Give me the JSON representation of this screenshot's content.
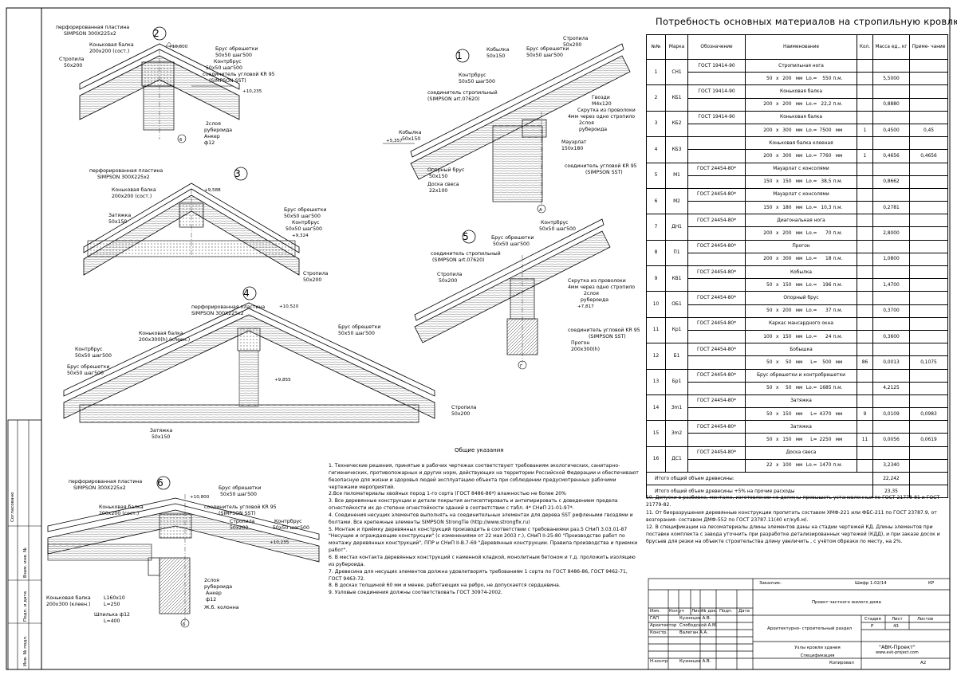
{
  "spec": {
    "title": "Потребность основных материалов на стропильную кровлю здания",
    "headers": [
      "№№",
      "Марка",
      "Обозначение",
      "Наименование",
      "Кол.",
      "Масса ед., кг",
      "Приме- чание"
    ],
    "rows": [
      {
        "n": "1",
        "mark": "СН1",
        "std": "ГОСТ 19414-90",
        "name": "Стропильная нога",
        "dims": [
          "50",
          "x",
          "200",
          "мм",
          "Lо.=",
          "550",
          "п.м."
        ],
        "qty": "",
        "mass": "5,5000",
        "note": ""
      },
      {
        "n": "2",
        "mark": "КБ1",
        "std": "ГОСТ 19414-90",
        "name": "Коньковая балка",
        "dims": [
          "200",
          "x",
          "200",
          "мм",
          "Lо.=",
          "22,2",
          "п.м."
        ],
        "qty": "",
        "mass": "0,8880",
        "note": ""
      },
      {
        "n": "3",
        "mark": "КБ2",
        "std": "ГОСТ 19414-90",
        "name": "Коньковая балка",
        "dims": [
          "200",
          "x",
          "300",
          "мм",
          "Lо.=",
          "7500",
          "мм"
        ],
        "qty": "1",
        "mass": "0,4500",
        "note": "0,45"
      },
      {
        "n": "4",
        "mark": "КБЗ",
        "std": "",
        "name": "Коньковая балка клееная",
        "dims": [
          "200",
          "x",
          "300",
          "мм",
          "Lо.=",
          "7760",
          "мм"
        ],
        "qty": "1",
        "mass": "0,4656",
        "note": "0,4656"
      },
      {
        "n": "5",
        "mark": "М1",
        "std": "ГОСТ 24454-80*",
        "name": "Мауэрлат с консолями",
        "dims": [
          "150",
          "x",
          "150",
          "мм",
          "Lо.=",
          "38,5",
          "п.м."
        ],
        "qty": "",
        "mass": "0,8662",
        "note": ""
      },
      {
        "n": "6",
        "mark": "М2",
        "std": "ГОСТ 24454-80*",
        "name": "Мауэрлат с консолями",
        "dims": [
          "150",
          "x",
          "180",
          "мм",
          "Lо.=",
          "10,3",
          "п.м."
        ],
        "qty": "",
        "mass": "0,2781",
        "note": ""
      },
      {
        "n": "7",
        "mark": "ДН1",
        "std": "ГОСТ 24454-80*",
        "name": "Диагональная нога",
        "dims": [
          "200",
          "x",
          "200",
          "мм",
          "Lо.=",
          "70",
          "п.м."
        ],
        "qty": "",
        "mass": "2,8000",
        "note": ""
      },
      {
        "n": "8",
        "mark": "П1",
        "std": "ГОСТ 24454-80*",
        "name": "Прогон",
        "dims": [
          "200",
          "x",
          "300",
          "мм",
          "Lо.=",
          "18",
          "п.м."
        ],
        "qty": "",
        "mass": "1,0800",
        "note": ""
      },
      {
        "n": "9",
        "mark": "КВ1",
        "std": "ГОСТ 24454-80*",
        "name": "Кобылка",
        "dims": [
          "50",
          "x",
          "150",
          "мм",
          "Lо.=",
          "196",
          "п.м."
        ],
        "qty": "",
        "mass": "1,4700",
        "note": ""
      },
      {
        "n": "10",
        "mark": "ОБ1",
        "std": "ГОСТ 24454-80*",
        "name": "Опорный брус",
        "dims": [
          "50",
          "x",
          "200",
          "мм",
          "Lо.=",
          "37",
          "п.м."
        ],
        "qty": "",
        "mass": "0,3700",
        "note": ""
      },
      {
        "n": "11",
        "mark": "Кр1",
        "std": "ГОСТ 24454-80*",
        "name": "Каркас мансардного окна",
        "dims": [
          "100",
          "x",
          "150",
          "мм",
          "Lо.=",
          "24",
          "п.м."
        ],
        "qty": "",
        "mass": "0,3600",
        "note": ""
      },
      {
        "n": "12",
        "mark": "Б1",
        "std": "ГОСТ 24454-80*",
        "name": "Бобышка",
        "dims": [
          "50",
          "x",
          "50",
          "мм",
          "L=",
          "500",
          "мм"
        ],
        "qty": "86",
        "mass": "0,0013",
        "note": "0,1075"
      },
      {
        "n": "13",
        "mark": "Бр1",
        "std": "ГОСТ 24454-80*",
        "name": "Брус обрешетки и контробрешетки",
        "dims": [
          "50",
          "x",
          "50",
          "мм",
          "Lо.=",
          "1685",
          "п.м."
        ],
        "qty": "",
        "mass": "4,2125",
        "note": ""
      },
      {
        "n": "14",
        "mark": "Зm1",
        "std": "ГОСТ 24454-80*",
        "name": "Затяжка",
        "dims": [
          "50",
          "x",
          "150",
          "мм",
          "L=",
          "4370",
          "мм"
        ],
        "qty": "9",
        "mass": "0,0109",
        "note": "0,0983"
      },
      {
        "n": "15",
        "mark": "Зm2",
        "std": "ГОСТ 24454-80*",
        "name": "Затяжка",
        "dims": [
          "50",
          "x",
          "150",
          "мм",
          "L=",
          "2250",
          "мм"
        ],
        "qty": "11",
        "mass": "0,0056",
        "note": "0,0619"
      },
      {
        "n": "16",
        "mark": "ДС1",
        "std": "ГОСТ 24454-80*",
        "name": "Доска свеса",
        "dims": [
          "22",
          "x",
          "100",
          "мм",
          "Lо.=",
          "1470",
          "п.м."
        ],
        "qty": "",
        "mass": "3,2340",
        "note": ""
      }
    ],
    "total1_label": "Итого общий объем древесины:",
    "total1_value": "22,242",
    "total2_label": "Итого общий объем древесины +5% на прочие расходы",
    "total2_value": "23,35"
  },
  "notes_title": "Общие указания",
  "notes": [
    "1. Технические решения, принятые в рабочих чертежах соответствуют требованиям экологических, санитарно-гигиенических, противопожарных и других норм, действующих на территории Российской Федерации и обеспечивают безопасную для жизни и здоровья людей эксплуатацию объекта при соблюдении предусмотренных рабочими чертежами мероприятий.",
    "2.Все пиломатериалы хвойных пород 1-го сорта (ГОСТ 8486-86*) влажностью не более 20%",
    "3. Все деревянные конструкции и детали покрытия антисептировать и антипирировать с доведением предела огнестойкости их до степени огнестойкости зданий в соответствии с табл. 4* СНиП 21-01-97*.",
    "4. Соединения несущих элементов выполнять на соединительных элементах для дерева SST рифлеными гвоздями и болтами. Все крепежные элементы SIMPSON StrongTie (http://www.strongfix.ru)",
    "5. Монтаж и приёмку деревянных конструкций производить в соответствии с требованиями раз.5 СНиП 3.03.01-87 \"Несущие и ограждающие конструкции\" (с изменениями от 22 мая 2003 г.), СНиП II-25-80 \"Производство работ по монтажу деревянных конструкций\", ППР и СНиП II-В.7-69 \"Деревянные конструкции. Правила производства и приемки работ\".",
    "6. В местах контакта деревянных конструкций с каменной кладкой, монолитным бетоном и т.д. проложить изоляцию из рубероида.",
    "7. Древесина для несущих элементов должна удовлетворять требованиям 1 сорта по ГОСТ 8486-86, ГОСТ 9462-71, ГОСТ 9463-72.",
    "8. В досках толщиной 60 мм и менее, работающих на ребро, не допускается сердцевина.",
    "9. Узловые соединения должны соответствовать ГОСТ 30974-2002."
  ],
  "notes2": [
    "10. Допуски в разбивке, монтаже, изготовлении не должны превышать установленных по ГОСТ 21778-81 и ГОСТ 21779-82.",
    "11. От биоразрушения деревянные конструкции пропитать составом ХМФ-221 или ФБС-211 по ГОСТ 23787.9, от возгорания- составом ДМФ-552 по ГОСТ 23787.11(40 кг/куб.м).",
    "12. В спецификации на лесоматериалы длины элементов даны на стадии чертежей КД. Длины элементов при поставке комплекта с завода уточнить при разработке детализированных чертежей (КДД), и при заказе досок и брусьев для резки на объекте строительства длину увеличить , с учётом обрезки по месту, на 2%."
  ],
  "stamp": {
    "customer_label": "Заказчик:",
    "code": "Шифр 1.02/14",
    "code2": "КР",
    "project": "Проект частного жилого дома",
    "section": "Архитектурно- строительный раздел",
    "sheet_title": "Узлы кровли здания Спецификация",
    "company": "\"АВК-Проект\"",
    "site": "www.avk-project.com",
    "stage_label": "Стадия",
    "sheet_label": "Лист",
    "sheets_label": "Листов",
    "stage": "Р",
    "sheet": "43",
    "col_headers": [
      "Изм.",
      "Кол.уч",
      "Лист",
      "№ док.",
      "Подп.",
      "Дата"
    ],
    "roles": [
      {
        "role": "ГАП",
        "name": "Кузнецов А.В."
      },
      {
        "role": "Архитектор",
        "name": "Слободской А.М."
      },
      {
        "role": "Констр.",
        "name": "Валеган А.А."
      },
      {
        "role": "",
        "name": ""
      },
      {
        "role": "",
        "name": ""
      },
      {
        "role": "Н.контр",
        "name": "Кузнецов А.В."
      }
    ],
    "copy": "Копировал",
    "format": "А2"
  },
  "side": [
    "Согласовано",
    "Взам. инв. №",
    "Подп. и дата",
    "Инв. № подл."
  ],
  "nodes": {
    "n1": "1",
    "n2": "2",
    "n3": "3",
    "n4": "4",
    "n5": "5",
    "n6": "6"
  },
  "labels": {
    "perf": "перфорированная пластина",
    "perf_spec": "SIMPSON 300X225x2",
    "ridge_beam": "Коньковая балка",
    "ridge_200": "200x200 (сост.)",
    "ridge_300": "200x300(h) (клеен.)",
    "ridge_300b": "200x300 (клеен.)",
    "rafters": "Стропила",
    "rafters_dim": "50x200",
    "batten": "Брус обрешетки",
    "batten_dim": "50x50 шаг500",
    "counter": "Контрбрус",
    "counter_dim": "50x50 шаг500",
    "conn": "соединитель угловой KR 95",
    "conn_spec": "(SIMPSON SST)",
    "two_layers": "2слоя",
    "ruberoid": "рубероида",
    "anchor": "Анкер",
    "phi12": "ф12",
    "tie": "Затяжка",
    "tie_dim": "50x150",
    "kob": "Кобылка",
    "kob_dim": "50x150",
    "rafter_conn": "соединитель стропильный",
    "rafter_conn_spec": "(SIMPSON art.07620)",
    "nails": "Гвозди",
    "nails_dim": "М4x120",
    "wire": "Скрутка из проволоки",
    "wire2": "4мм через одно стропило",
    "mauer": "Мауэрлат",
    "mauer_dim": "150x180",
    "support": "Опорный брус",
    "support_dim": "50x150",
    "fascia": "Доска свеса",
    "fascia_dim": "22x100",
    "purlin": "Прогон",
    "purlin_dim": "200x300(h)",
    "angle": "L160x10",
    "angle_l": "L=250",
    "bolt": "Шпилька ф12",
    "bolt_l": "L=400",
    "column": "Ж.б. колонна",
    "lev_10800": "+10,800",
    "lev_10235": "+10,235",
    "lev_9588": "+9,588",
    "lev_9324": "+9,324",
    "lev_10520": "+10,520",
    "lev_9855": "+9,855",
    "lev_5357": "+5,357",
    "lev_7817": "+7,817",
    "axis_6": "6",
    "axis_a": "А",
    "axis_g": "Г"
  }
}
